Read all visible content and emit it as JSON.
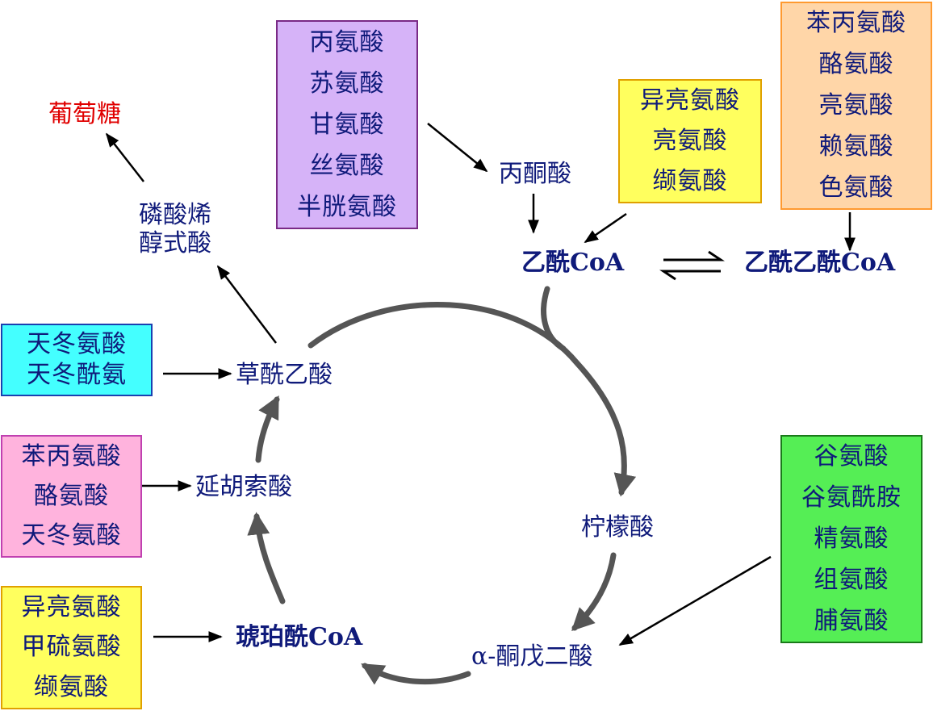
{
  "colors": {
    "text": "#0f1a7a",
    "glucose": "#e00000",
    "purple": "#d6b3f8",
    "yellow": "#ffff5e",
    "orange": "#ffd6a8",
    "cyan": "#44ffff",
    "pink": "#ffb3dd",
    "green": "#55ee55"
  },
  "nodes": {
    "glucose": "葡萄糖",
    "pep_line1": "磷酸烯",
    "pep_line2": "醇式酸",
    "pyruvate": "丙酮酸",
    "acetyl_coa": "乙酰CoA",
    "acetoacetyl_coa": "乙酰乙酰CoA",
    "oxaloacetate": "草酰乙酸",
    "citrate": "柠檬酸",
    "alpha_kg": "α-酮戊二酸",
    "succinyl_coa": "琥珀酰CoA",
    "fumarate": "延胡索酸"
  },
  "boxes": {
    "pyruvate_group": [
      "丙氨酸",
      "苏氨酸",
      "甘氨酸",
      "丝氨酸",
      "半胱氨酸"
    ],
    "acetyl_group": [
      "异亮氨酸",
      "亮氨酸",
      "缬氨酸"
    ],
    "acetoacetyl_group": [
      "苯丙氨酸",
      "酪氨酸",
      "亮氨酸",
      "赖氨酸",
      "色氨酸"
    ],
    "oxaloacetate_group": [
      "天冬氨酸",
      "天冬酰氨"
    ],
    "fumarate_group": [
      "苯丙氨酸",
      "酪氨酸",
      "天冬氨酸"
    ],
    "succinyl_group": [
      "异亮氨酸",
      "甲硫氨酸",
      "缬氨酸"
    ],
    "akg_group": [
      "谷氨酸",
      "谷氨酰胺",
      "精氨酸",
      "组氨酸",
      "脯氨酸"
    ]
  }
}
